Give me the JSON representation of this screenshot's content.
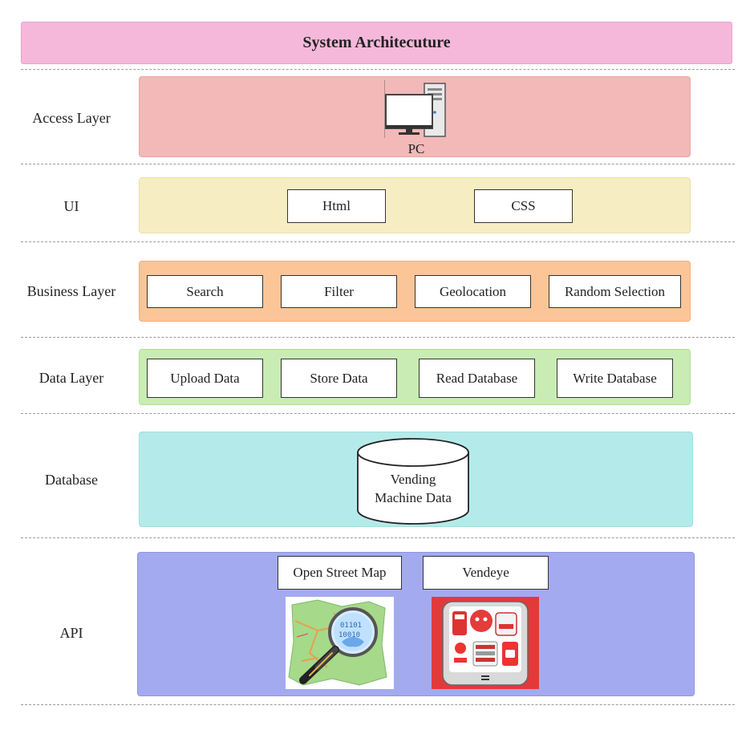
{
  "title": "System Architecuture",
  "colors": {
    "title_bg": "#f5b8da",
    "access_bg": "#f3b8b8",
    "ui_bg": "#f6edc2",
    "business_bg": "#fbc597",
    "data_bg": "#c8ecb3",
    "database_bg": "#b5eaea",
    "api_bg": "#a4aaef"
  },
  "layers": {
    "access": {
      "label": "Access Layer",
      "device_label": "PC",
      "device_icon": "pc-icon"
    },
    "ui": {
      "label": "UI",
      "items": [
        "Html",
        "CSS"
      ]
    },
    "business": {
      "label": "Business Layer",
      "items": [
        "Search",
        "Filter",
        "Geolocation",
        "Random Selection"
      ]
    },
    "data": {
      "label": "Data Layer",
      "items": [
        "Upload Data",
        "Store Data",
        "Read Database",
        "Write Database"
      ]
    },
    "database": {
      "label": "Database",
      "store_line1": "Vending",
      "store_line2": "Machine Data",
      "store_icon": "database-cylinder-icon"
    },
    "api": {
      "label": "API",
      "items": [
        {
          "name": "Open Street Map",
          "icon": "openstreetmap-logo-icon"
        },
        {
          "name": "Vendeye",
          "icon": "vendeye-app-icon"
        }
      ]
    }
  }
}
